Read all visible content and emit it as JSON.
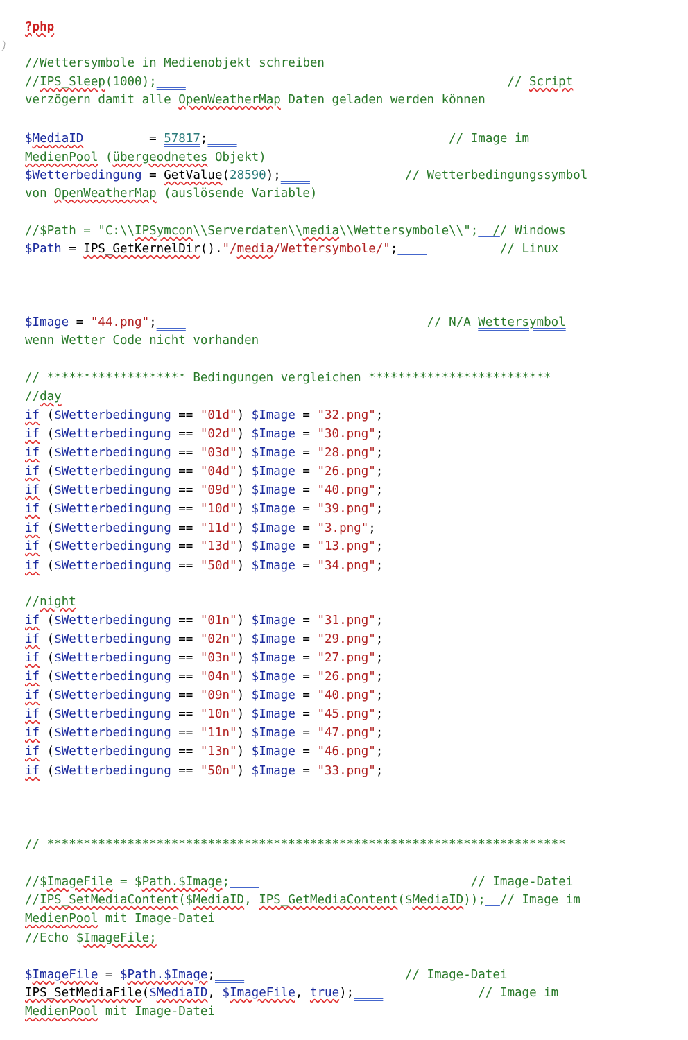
{
  "document": {
    "lines": [
      {
        "spans": [
          {
            "t": "?php",
            "cls": "php sp"
          }
        ]
      },
      {
        "spans": []
      },
      {
        "spans": [
          {
            "t": "//Wettersymbole in Medienobjekt schreiben",
            "cls": "c"
          }
        ]
      },
      {
        "spans": [
          {
            "t": "//",
            "cls": "c"
          },
          {
            "t": "IPS_Sleep",
            "cls": "c sp"
          },
          {
            "t": "(1000);",
            "cls": "c"
          },
          {
            "t": "    ",
            "cls": "c dbl"
          },
          {
            "t": "                                            // ",
            "cls": "c"
          },
          {
            "t": "Script",
            "cls": "c sp"
          }
        ]
      },
      {
        "spans": [
          {
            "t": "verzögern damit alle ",
            "cls": "c"
          },
          {
            "t": "OpenWeatherMap",
            "cls": "c sp"
          },
          {
            "t": " Daten geladen werden können",
            "cls": "c"
          }
        ]
      },
      {
        "spans": []
      },
      {
        "spans": [
          {
            "t": "$",
            "cls": "v"
          },
          {
            "t": "MediaID",
            "cls": "v sp"
          },
          {
            "t": "         = ",
            "cls": "k"
          },
          {
            "t": "57817",
            "cls": "n dbl"
          },
          {
            "t": ";",
            "cls": "k"
          },
          {
            "t": "    ",
            "cls": "k dbl"
          },
          {
            "t": "                             // Image im",
            "cls": "c"
          }
        ]
      },
      {
        "spans": [
          {
            "t": "MedienPool",
            "cls": "c sp"
          },
          {
            "t": " (",
            "cls": "c"
          },
          {
            "t": "übergeodnetes",
            "cls": "c sp"
          },
          {
            "t": " Objekt)",
            "cls": "c"
          }
        ]
      },
      {
        "spans": [
          {
            "t": "$Wetterbedingung",
            "cls": "v"
          },
          {
            "t": " = ",
            "cls": "k"
          },
          {
            "t": "GetValue",
            "cls": "k sp"
          },
          {
            "t": "(",
            "cls": "k"
          },
          {
            "t": "28590",
            "cls": "n"
          },
          {
            "t": ");",
            "cls": "k"
          },
          {
            "t": "    ",
            "cls": "k dbl"
          },
          {
            "t": "             // Wetterbedingungssymbol",
            "cls": "c"
          }
        ]
      },
      {
        "spans": [
          {
            "t": "von ",
            "cls": "c"
          },
          {
            "t": "OpenWeatherMap",
            "cls": "c sp"
          },
          {
            "t": " (auslösende Variable)",
            "cls": "c"
          }
        ]
      },
      {
        "spans": []
      },
      {
        "spans": [
          {
            "t": "//$Path = \"C:\\\\",
            "cls": "c"
          },
          {
            "t": "IPSymcon",
            "cls": "c sp"
          },
          {
            "t": "\\\\Serverdaten\\\\",
            "cls": "c"
          },
          {
            "t": "media",
            "cls": "c sp"
          },
          {
            "t": "\\\\Wettersymbole\\\\\";",
            "cls": "c"
          },
          {
            "t": "  /",
            "cls": "c dbl"
          },
          {
            "t": "/ Windows",
            "cls": "c"
          }
        ]
      },
      {
        "spans": [
          {
            "t": "$Path",
            "cls": "v"
          },
          {
            "t": " = ",
            "cls": "k"
          },
          {
            "t": "IPS_GetKernelDir",
            "cls": "k sp"
          },
          {
            "t": "().",
            "cls": "k"
          },
          {
            "t": "\"/",
            "cls": "s"
          },
          {
            "t": "media",
            "cls": "s sp"
          },
          {
            "t": "/Wettersymbole/\"",
            "cls": "s"
          },
          {
            "t": ";",
            "cls": "k"
          },
          {
            "t": "    ",
            "cls": "k dbl"
          },
          {
            "t": "          // Linux",
            "cls": "c"
          }
        ]
      },
      {
        "spans": []
      },
      {
        "spans": []
      },
      {
        "spans": [
          {
            "t": "$Image",
            "cls": "v"
          },
          {
            "t": " = ",
            "cls": "k"
          },
          {
            "t": "\"44.png\"",
            "cls": "s"
          },
          {
            "t": ";",
            "cls": "k"
          },
          {
            "t": "    ",
            "cls": "k dbl"
          },
          {
            "t": "                                 // N/A ",
            "cls": "c"
          },
          {
            "t": "Wettersymbol",
            "cls": "c dbl"
          }
        ]
      },
      {
        "spans": [
          {
            "t": "wenn Wetter Code nicht vorhanden",
            "cls": "c"
          }
        ]
      },
      {
        "spans": []
      },
      {
        "spans": [
          {
            "t": "// ******************* Bedingungen vergleichen *************************",
            "cls": "c"
          }
        ]
      },
      {
        "spans": [
          {
            "t": "//",
            "cls": "c"
          },
          {
            "t": "day",
            "cls": "c sp"
          }
        ]
      },
      {
        "cond": [
          "01d",
          "32.png"
        ]
      },
      {
        "cond": [
          "02d",
          "30.png"
        ]
      },
      {
        "cond": [
          "03d",
          "28.png"
        ]
      },
      {
        "cond": [
          "04d",
          "26.png"
        ]
      },
      {
        "cond": [
          "09d",
          "40.png"
        ]
      },
      {
        "cond": [
          "10d",
          "39.png"
        ]
      },
      {
        "cond": [
          "11d",
          "3.png"
        ]
      },
      {
        "cond": [
          "13d",
          "13.png"
        ]
      },
      {
        "cond": [
          "50d",
          "34.png"
        ]
      },
      {
        "spans": []
      },
      {
        "spans": [
          {
            "t": "//",
            "cls": "c"
          },
          {
            "t": "night",
            "cls": "c sp"
          }
        ]
      },
      {
        "cond": [
          "01n",
          "31.png"
        ]
      },
      {
        "cond": [
          "02n",
          "29.png"
        ]
      },
      {
        "cond": [
          "03n",
          "27.png"
        ]
      },
      {
        "cond": [
          "04n",
          "26.png"
        ]
      },
      {
        "cond": [
          "09n",
          "40.png"
        ]
      },
      {
        "cond": [
          "10n",
          "45.png"
        ]
      },
      {
        "cond": [
          "11n",
          "47.png"
        ]
      },
      {
        "cond": [
          "13n",
          "46.png"
        ]
      },
      {
        "cond": [
          "50n",
          "33.png"
        ]
      },
      {
        "spans": []
      },
      {
        "spans": []
      },
      {
        "spans": [
          {
            "t": "// ***********************************************************************",
            "cls": "c"
          }
        ]
      },
      {
        "spans": []
      },
      {
        "spans": [
          {
            "t": "//$",
            "cls": "c"
          },
          {
            "t": "ImageFile",
            "cls": "c sp"
          },
          {
            "t": " = $",
            "cls": "c"
          },
          {
            "t": "Path.$Image",
            "cls": "c sp"
          },
          {
            "t": ";",
            "cls": "c"
          },
          {
            "t": "    ",
            "cls": "c dbl"
          },
          {
            "t": "                             // Image-Datei",
            "cls": "c"
          }
        ]
      },
      {
        "spans": [
          {
            "t": "//",
            "cls": "c"
          },
          {
            "t": "IPS_SetMediaContent",
            "cls": "c sp"
          },
          {
            "t": "($",
            "cls": "c"
          },
          {
            "t": "MediaID",
            "cls": "c sp"
          },
          {
            "t": ", ",
            "cls": "c"
          },
          {
            "t": "IPS_GetMediaContent",
            "cls": "c sp"
          },
          {
            "t": "($",
            "cls": "c"
          },
          {
            "t": "MediaID",
            "cls": "c sp"
          },
          {
            "t": "));",
            "cls": "c"
          },
          {
            "t": "  ",
            "cls": "c dbl"
          },
          {
            "t": "// Image im",
            "cls": "c"
          }
        ]
      },
      {
        "spans": [
          {
            "t": "MedienPool",
            "cls": "c sp"
          },
          {
            "t": " mit Image-Datei",
            "cls": "c"
          }
        ]
      },
      {
        "spans": [
          {
            "t": "//Echo $",
            "cls": "c"
          },
          {
            "t": "ImageFile;",
            "cls": "c sp"
          }
        ]
      },
      {
        "spans": []
      },
      {
        "spans": [
          {
            "t": "$",
            "cls": "v"
          },
          {
            "t": "ImageFile",
            "cls": "v sp"
          },
          {
            "t": " = ",
            "cls": "k"
          },
          {
            "t": "$",
            "cls": "v"
          },
          {
            "t": "Path.$Image",
            "cls": "v sp"
          },
          {
            "t": ";",
            "cls": "k"
          },
          {
            "t": "    ",
            "cls": "k dbl"
          },
          {
            "t": "                      // Image-Datei",
            "cls": "c"
          }
        ]
      },
      {
        "spans": [
          {
            "t": "IPS_SetMediaFile",
            "cls": "k sp"
          },
          {
            "t": "(",
            "cls": "k"
          },
          {
            "t": "$",
            "cls": "v"
          },
          {
            "t": "MediaID",
            "cls": "v sp"
          },
          {
            "t": ", ",
            "cls": "k"
          },
          {
            "t": "$",
            "cls": "v"
          },
          {
            "t": "ImageFile",
            "cls": "v sp"
          },
          {
            "t": ", ",
            "cls": "k"
          },
          {
            "t": "true",
            "cls": "kw sp"
          },
          {
            "t": ");",
            "cls": "k"
          },
          {
            "t": "    ",
            "cls": "k dbl"
          },
          {
            "t": "             // Image im",
            "cls": "c"
          }
        ]
      },
      {
        "spans": [
          {
            "t": "MedienPool",
            "cls": "c sp"
          },
          {
            "t": " mit Image-Datei",
            "cls": "c"
          }
        ]
      }
    ]
  }
}
